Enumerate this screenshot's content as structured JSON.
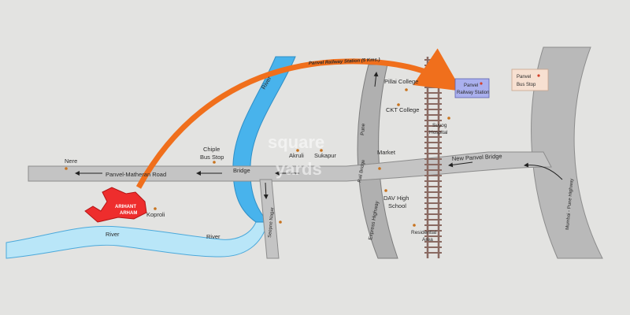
{
  "map": {
    "labels": {
      "nere": "Nere",
      "panvel_matheran_road": "Panvel-Matheran Road",
      "chiple_bus_stop_1": "Chiple",
      "chiple_bus_stop_2": "Bus Stop",
      "bridge": "Bridge",
      "akruli": "Akruli",
      "sukapur": "Sukapur",
      "market": "Market",
      "new_panvel_bridge": "New Panvel Bridge",
      "pillai_college": "Pillai College",
      "ckt_college": "CKT College",
      "suyog_hospital_1": "Suyog",
      "suyog_hospital_2": "Hospital",
      "dav_high_school_1": "DAV High",
      "dav_high_school_2": "School",
      "residential_area_1": "Residential",
      "residential_area_2": "Area",
      "koproli": "Koproli",
      "river_top": "River",
      "river_bottom_left": "River",
      "river_bottom_right": "River",
      "shedung_naka": "Seepne Nagar",
      "express_highway": "Express Highway",
      "pune": "Pune",
      "rail_bridge": "Rail Bridge",
      "panvel_railway_station_1": "Panvel",
      "panvel_railway_station_2": "Railway Station",
      "panvel_bus_stop_1": "Panvel",
      "panvel_bus_stop_2": "Bus Stop",
      "mumbai_pune_highway": "Mumbai - Pune Highway",
      "arrow_label": "Panvel Railway Station (5 Kms.)",
      "project_1": "ARIHANT",
      "project_2": "ARHAM",
      "watermark_1": "square",
      "watermark_2": "yards"
    },
    "colors": {
      "background": "#e3e3e1",
      "road": "#b9b9b9",
      "road_border": "#8c8c8c",
      "river": "#48b3ec",
      "river_light": "#b9e6f8",
      "railway": "#8a6a62",
      "arrow": "#f06f1c",
      "project": "#ee2d2d",
      "station_box": "#aab0ee",
      "bus_stop_box": "#f7e0d1"
    }
  }
}
